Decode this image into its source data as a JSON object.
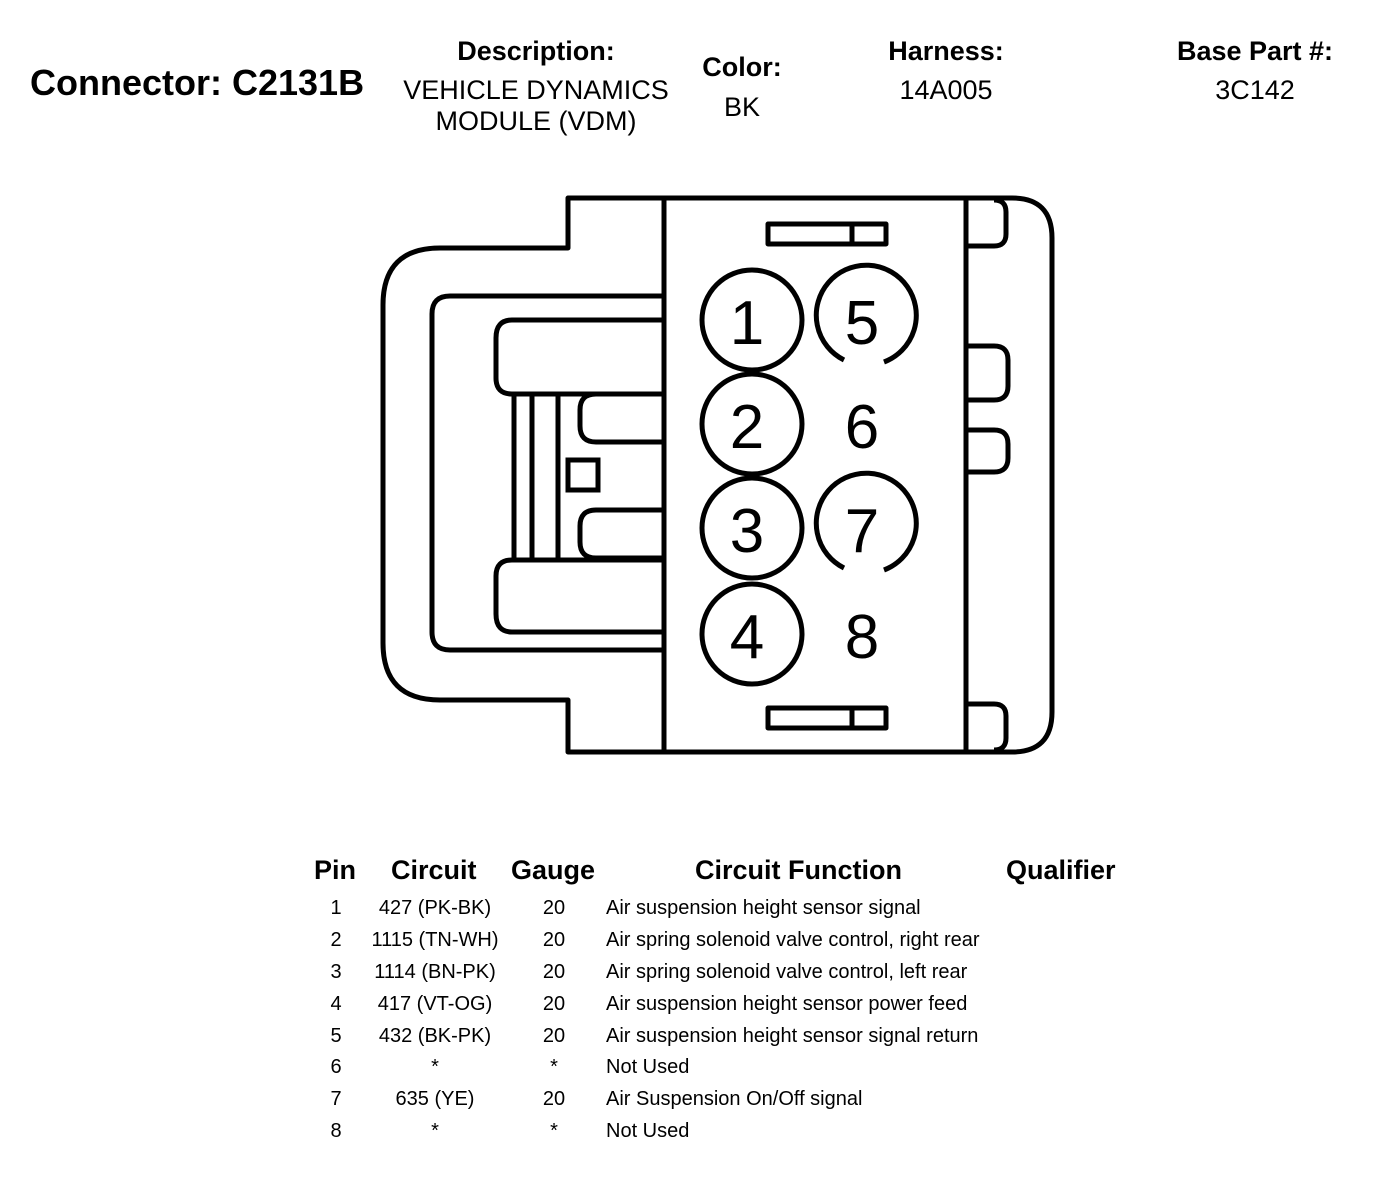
{
  "header": {
    "connector": "Connector: C2131B",
    "description_label": "Description:",
    "description_lines": [
      "VEHICLE DYNAMICS",
      "MODULE (VDM)"
    ],
    "color_label": "Color:",
    "color_value": "BK",
    "harness_label": "Harness:",
    "harness_value": "14A005",
    "base_part_label": "Base Part #:",
    "base_part_value": "3C142"
  },
  "diagram": {
    "pins": [
      "1",
      "2",
      "3",
      "4",
      "5",
      "6",
      "7",
      "8"
    ],
    "stroke_color": "#000000"
  },
  "table": {
    "headers": {
      "pin": "Pin",
      "circuit": "Circuit",
      "gauge": "Gauge",
      "function": "Circuit Function",
      "qualifier": "Qualifier"
    },
    "rows": [
      {
        "pin": "1",
        "circuit": "427 (PK-BK)",
        "gauge": "20",
        "function": "Air suspension height sensor signal"
      },
      {
        "pin": "2",
        "circuit": "1115 (TN-WH)",
        "gauge": "20",
        "function": "Air spring solenoid valve control, right rear"
      },
      {
        "pin": "3",
        "circuit": "1114 (BN-PK)",
        "gauge": "20",
        "function": "Air spring solenoid valve control, left rear"
      },
      {
        "pin": "4",
        "circuit": "417 (VT-OG)",
        "gauge": "20",
        "function": "Air suspension height sensor power feed"
      },
      {
        "pin": "5",
        "circuit": "432 (BK-PK)",
        "gauge": "20",
        "function": "Air suspension height sensor signal return"
      },
      {
        "pin": "6",
        "circuit": "*",
        "gauge": "*",
        "function": "Not Used"
      },
      {
        "pin": "7",
        "circuit": "635 (YE)",
        "gauge": "20",
        "function": "Air Suspension On/Off signal"
      },
      {
        "pin": "8",
        "circuit": "*",
        "gauge": "*",
        "function": "Not Used"
      }
    ]
  }
}
